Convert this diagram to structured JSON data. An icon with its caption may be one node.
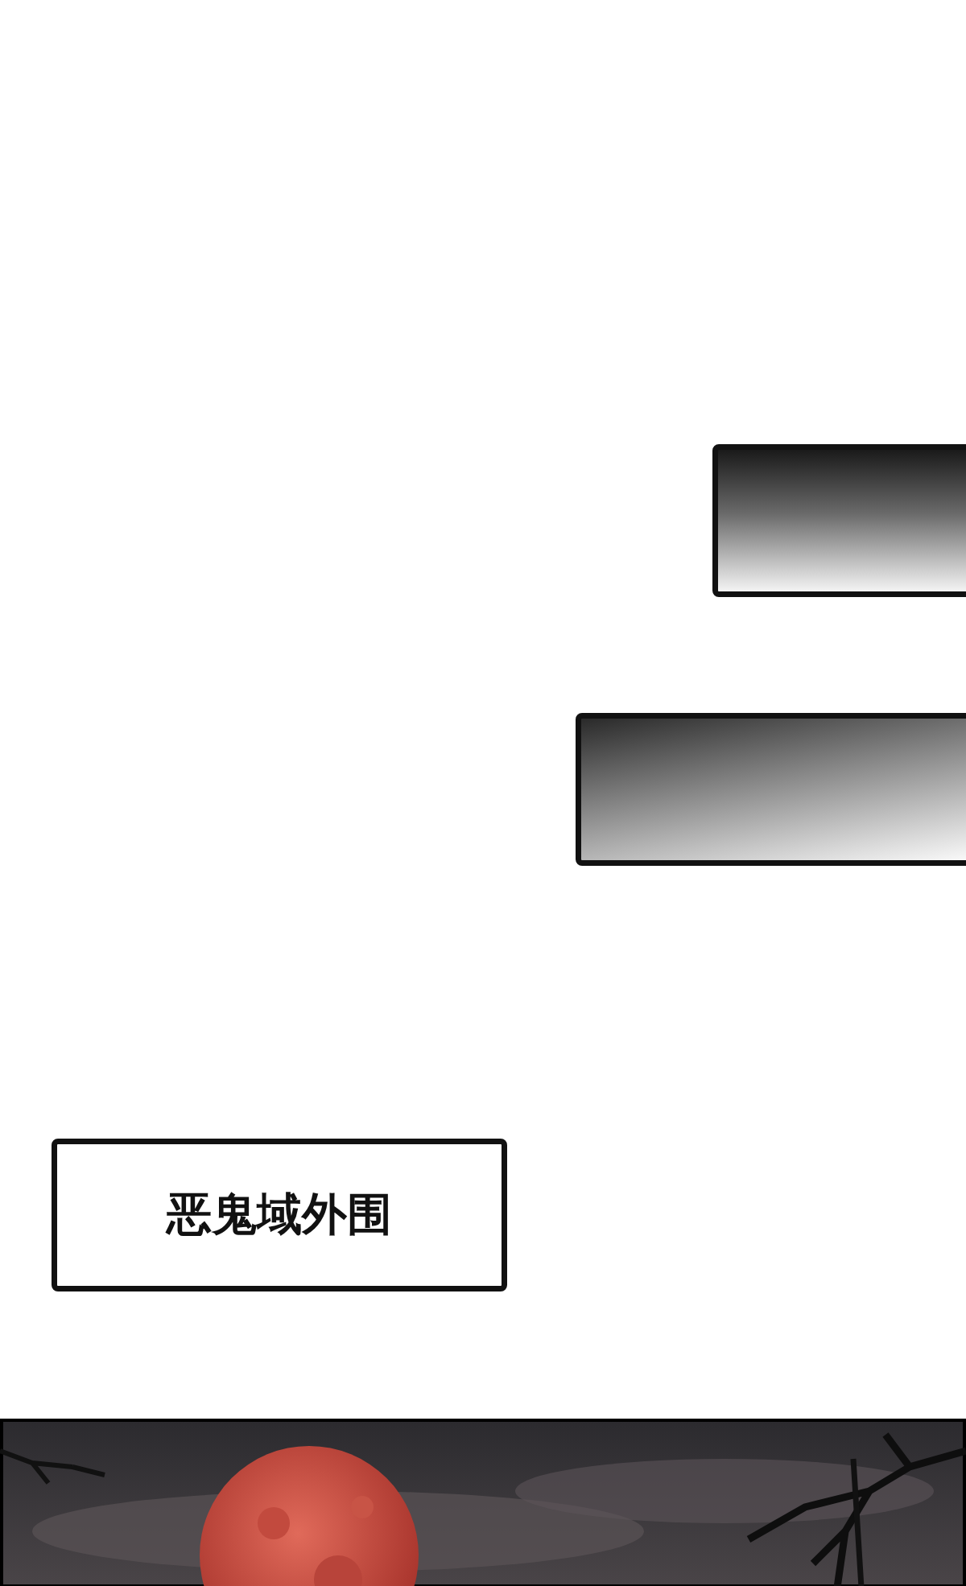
{
  "diagram": {
    "nodes": [
      {
        "text": [],
        "shape": "box"
      },
      {
        "text": [],
        "shape": "box"
      },
      {
        "text": [
          "恶鬼域外围"
        ]
      }
    ]
  }
}
